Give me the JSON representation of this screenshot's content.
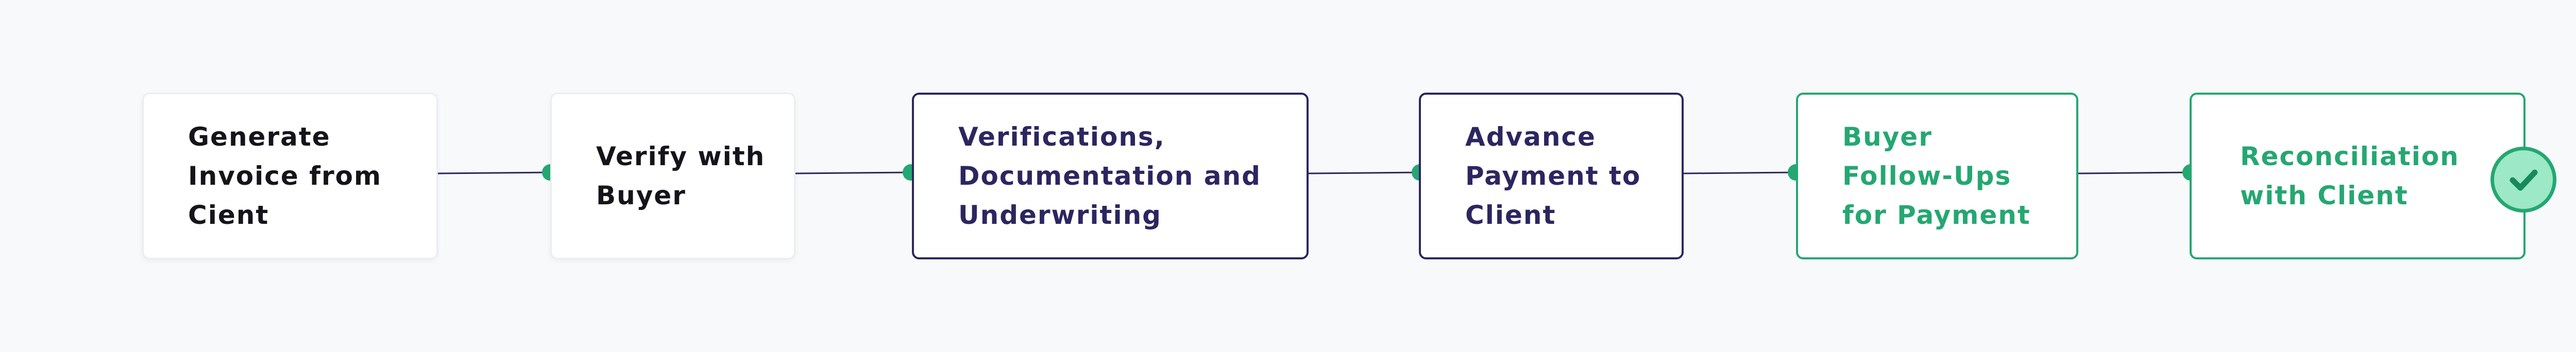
{
  "diagram": {
    "colors": {
      "background": "#f8f9fb",
      "default_text": "#14141a",
      "navy": "#2c2660",
      "green": "#25a772",
      "check_fill": "#9de8c6"
    },
    "steps": [
      {
        "lines": [
          "Generate",
          "Invoice from",
          "Cient"
        ],
        "style": "plain"
      },
      {
        "lines": [
          "Verify with",
          "Buyer"
        ],
        "style": "plain"
      },
      {
        "lines": [
          "Verifications,",
          "Documentation and",
          "Underwriting"
        ],
        "style": "navy"
      },
      {
        "lines": [
          "Advance",
          "Payment to",
          "Client"
        ],
        "style": "navy"
      },
      {
        "lines": [
          "Buyer",
          "Follow-Ups",
          "for Payment"
        ],
        "style": "green"
      },
      {
        "lines": [
          "Reconciliation",
          "with Client"
        ],
        "style": "green"
      }
    ],
    "connectors": [
      {
        "from": 1,
        "to": 2,
        "color": "#2c2660"
      },
      {
        "from": 2,
        "to": 3,
        "color": "#2c2660"
      },
      {
        "from": 3,
        "to": 4,
        "color": "#2c2660"
      },
      {
        "from": 4,
        "to": 5,
        "color": "#2c2660"
      },
      {
        "from": 5,
        "to": 6,
        "color": "#2c2660"
      }
    ],
    "completion_icon": "check-icon"
  }
}
